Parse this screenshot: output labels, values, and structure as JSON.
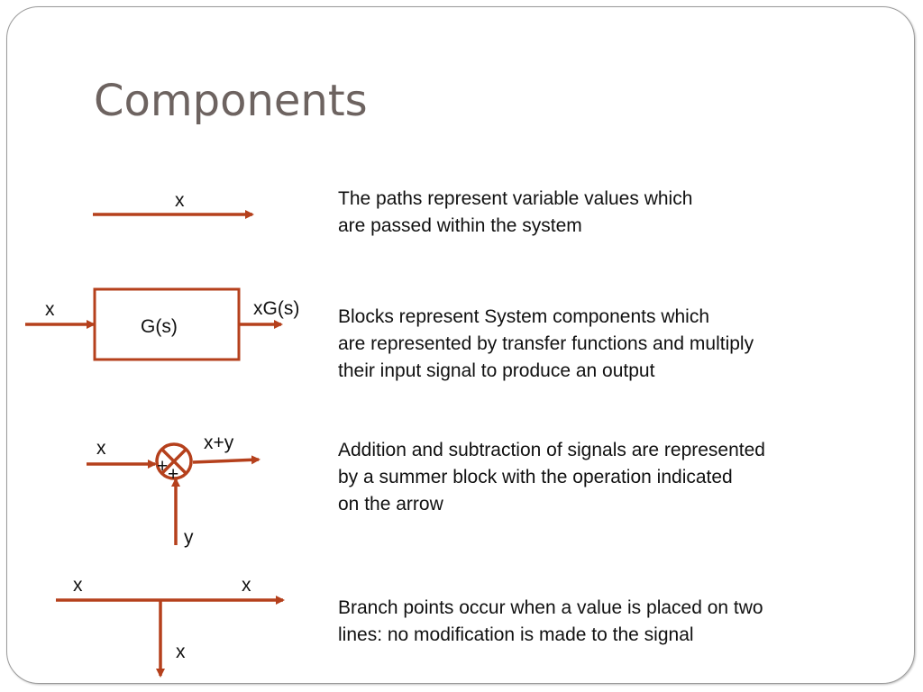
{
  "slide": {
    "title": "Components",
    "accent_color": "#b5401c"
  },
  "rows": [
    {
      "id": "path",
      "desc_lines": [
        "The paths represent variable values which",
        "are passed within the system"
      ],
      "labels": {
        "signal": "x"
      }
    },
    {
      "id": "block",
      "desc_lines": [
        "Blocks represent System components which",
        "are represented by transfer functions and multiply",
        "their input signal to produce an output"
      ],
      "labels": {
        "input": "x",
        "block": "G(s)",
        "output": "xG(s)"
      }
    },
    {
      "id": "summer",
      "desc_lines": [
        "Addition and subtraction of signals are represented",
        "by a summer block with the operation indicated",
        "on the arrow"
      ],
      "labels": {
        "input_x": "x",
        "input_y": "y",
        "output": "x+y",
        "sign_x": "+",
        "sign_y": "+"
      }
    },
    {
      "id": "branch",
      "desc_lines": [
        "Branch points occur when a value is placed on two",
        "lines: no modification is made to the signal"
      ],
      "labels": {
        "in": "x",
        "out_right": "x",
        "out_down": "x"
      }
    }
  ]
}
